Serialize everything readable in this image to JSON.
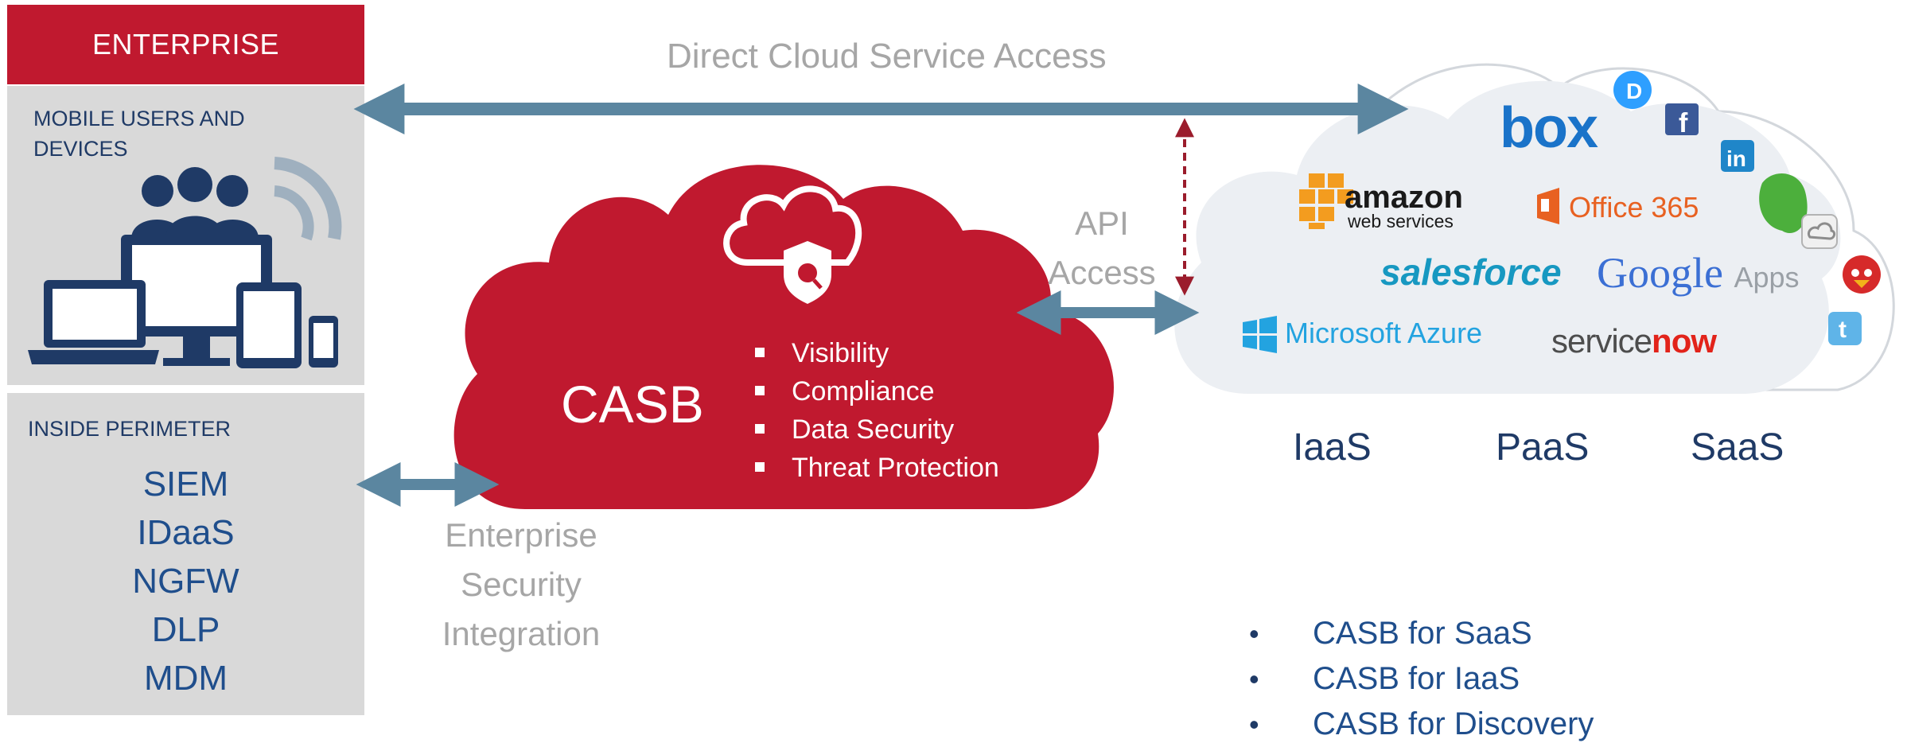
{
  "enterprise": {
    "header": "ENTERPRISE",
    "mobile_label_line1": "MOBILE USERS AND",
    "mobile_label_line2": "DEVICES",
    "inside_label": "INSIDE PERIMETER",
    "inside_items": [
      "SIEM",
      "IDaaS",
      "NGFW",
      "DLP",
      "MDM"
    ]
  },
  "connections": {
    "direct_access": "Direct Cloud Service Access",
    "api_line1": "API",
    "api_line2": "Access",
    "esi_line1": "Enterprise",
    "esi_line2": "Security",
    "esi_line3": "Integration"
  },
  "casb": {
    "title": "CASB",
    "features": [
      "Visibility",
      "Compliance",
      "Data Security",
      "Threat Protection"
    ]
  },
  "cloud_services": {
    "logos": {
      "box": "box",
      "amazon": "amazon",
      "amazon_sub": "web services",
      "office365": "Office 365",
      "salesforce": "salesforce",
      "google": "Google",
      "google_apps": "Apps",
      "azure": "Microsoft Azure",
      "servicenow_a": "service",
      "servicenow_b": "now"
    },
    "tiers": [
      "IaaS",
      "PaaS",
      "SaaS"
    ]
  },
  "offerings": [
    "CASB for SaaS",
    "CASB for IaaS",
    "CASB for Discovery"
  ],
  "colors": {
    "red": "#c0192f",
    "arrow": "#5b86a0",
    "navy": "#1f3a66",
    "gray_panel": "#d9d9d9",
    "cloud_gray": "#eceff3"
  }
}
